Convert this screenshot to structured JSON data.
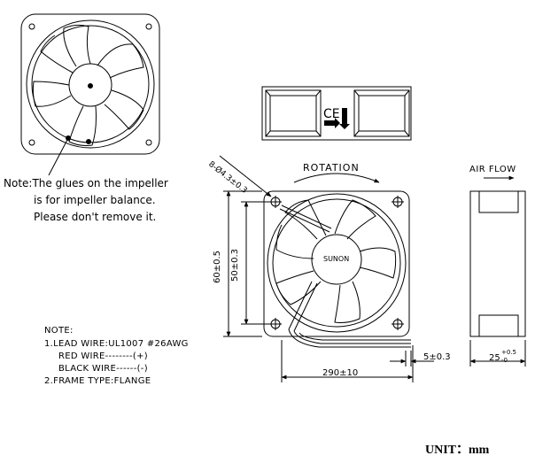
{
  "glue_note": {
    "line1": "Note:The glues on the impeller",
    "line2": "is for impeller balance.",
    "line3": "Please don't remove it."
  },
  "labels": {
    "hole_spec": "8-Ø4.3±0.3",
    "rotation": "ROTATION",
    "air_flow": "AIR FLOW",
    "brand": "SUNON"
  },
  "dimensions": {
    "outer_height": "60±0.5",
    "hole_pitch": "50±0.3",
    "lead_length": "290±10",
    "strip_length": "5±0.3",
    "thickness": "25",
    "thickness_upper_tol": "+0.5",
    "thickness_lower_tol": "-0"
  },
  "notes": {
    "title": "NOTE:",
    "line1": "1.LEAD WIRE:UL1007 #26AWG",
    "line2": "RED WIRE--------(+)",
    "line3": "BLACK WIRE------(-)",
    "line4": "2.FRAME TYPE:FLANGE"
  },
  "unit_label": "UNIT：mm"
}
